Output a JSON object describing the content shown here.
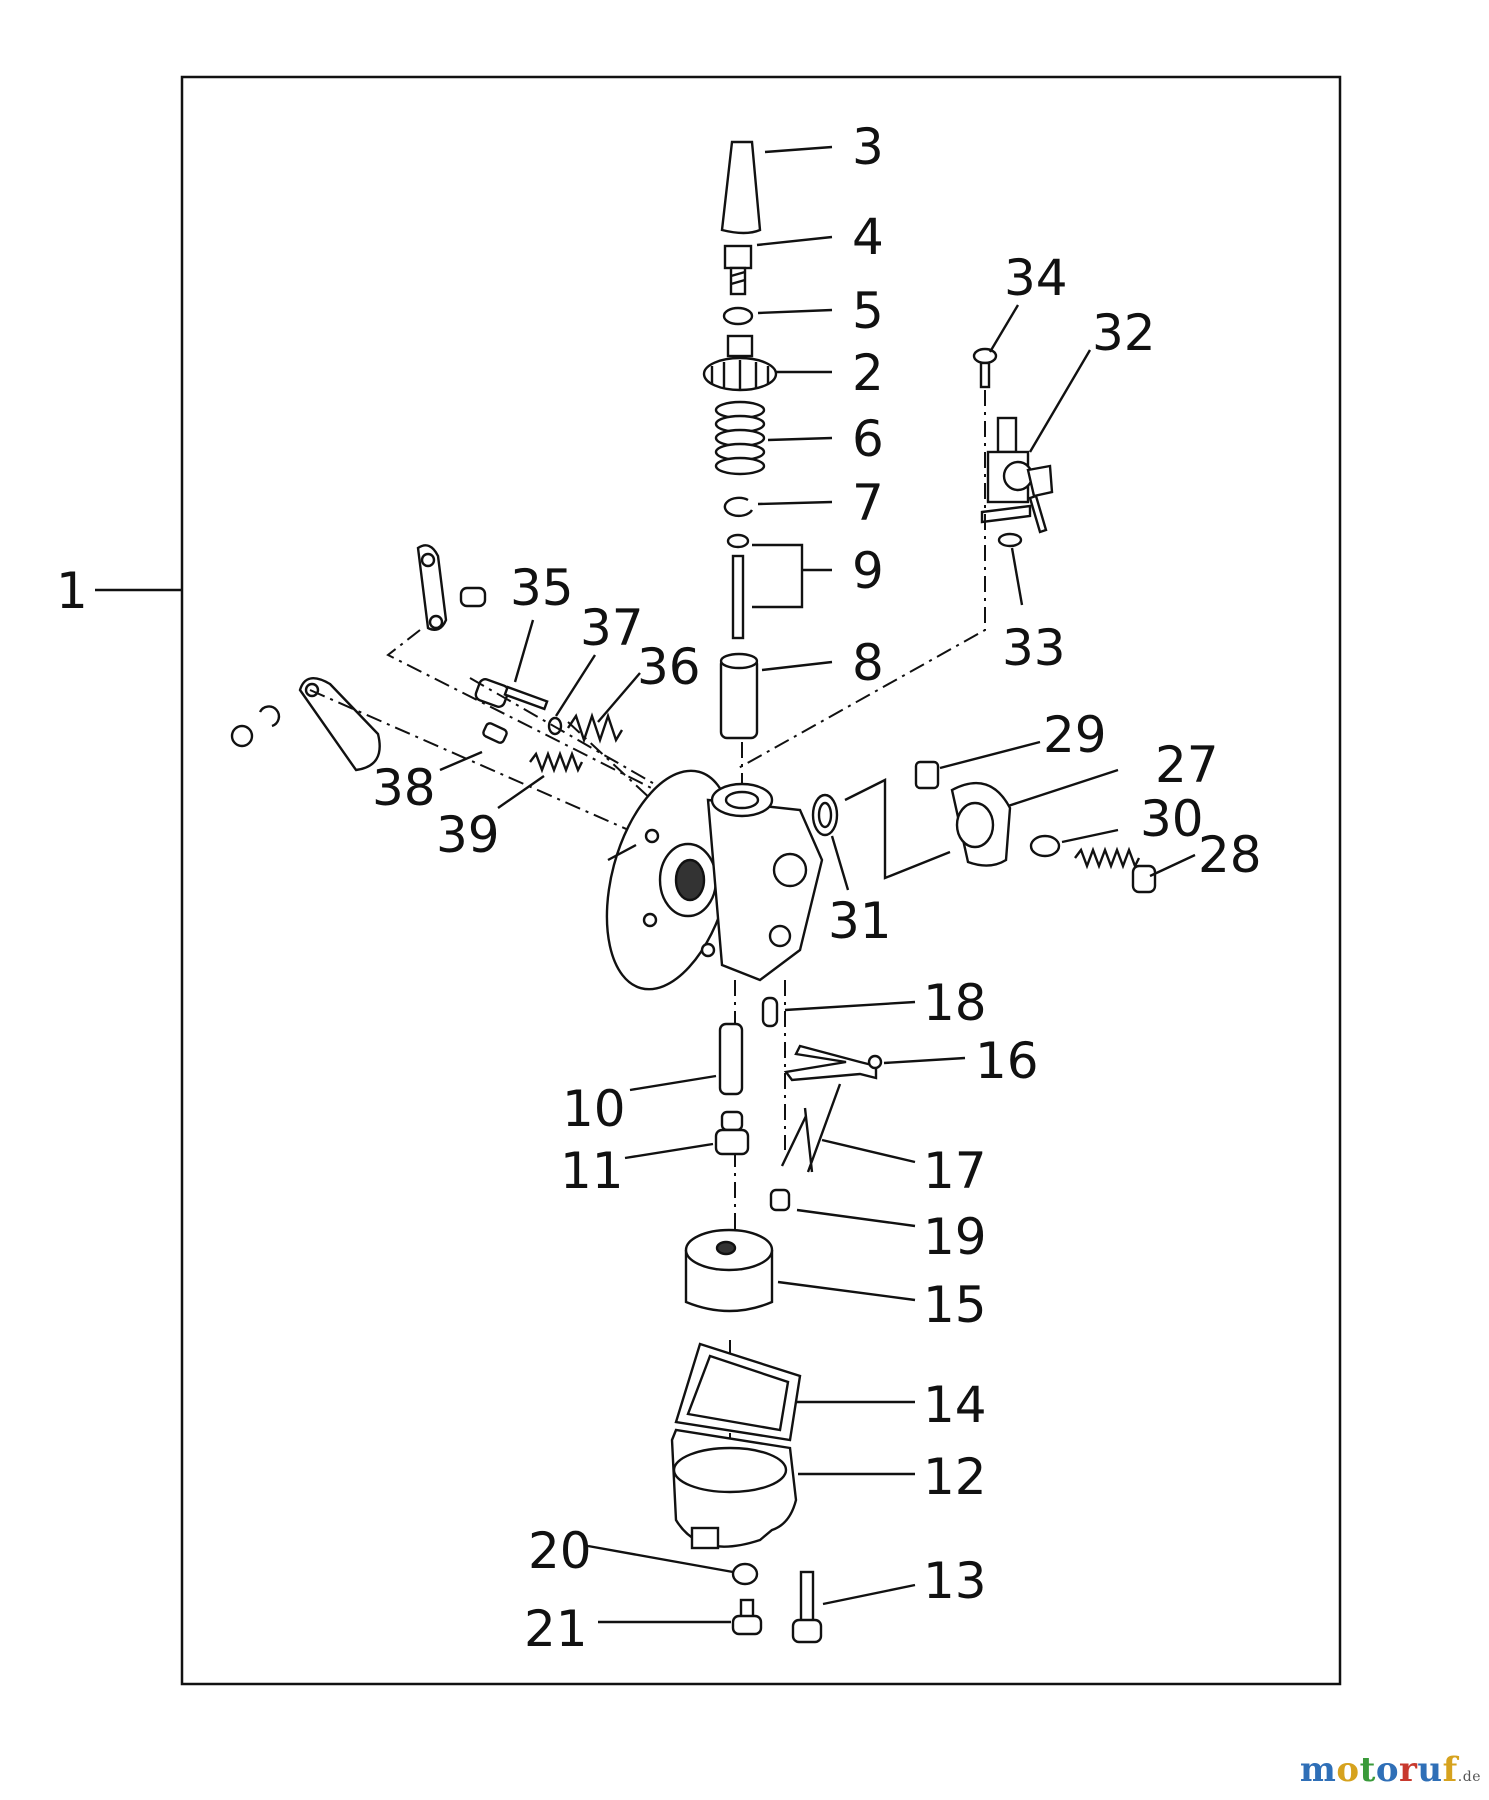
{
  "callouts": {
    "c1": "1",
    "c2": "2",
    "c3": "3",
    "c4": "4",
    "c5": "5",
    "c6": "6",
    "c7": "7",
    "c8": "8",
    "c9": "9",
    "c10": "10",
    "c11": "11",
    "c12": "12",
    "c13": "13",
    "c14": "14",
    "c15": "15",
    "c16": "16",
    "c17": "17",
    "c18": "18",
    "c19": "19",
    "c20": "20",
    "c21": "21",
    "c27": "27",
    "c28": "28",
    "c29": "29",
    "c30": "30",
    "c31": "31",
    "c32": "32",
    "c33": "33",
    "c34": "34",
    "c35": "35",
    "c36": "36",
    "c37": "37",
    "c38": "38",
    "c39": "39"
  },
  "watermark": {
    "letters": [
      "m",
      "o",
      "t",
      "o",
      "r",
      "u",
      "f"
    ],
    "letter_colors": [
      "#2f6fb7",
      "#d6a21e",
      "#3a9a3a",
      "#2f6fb7",
      "#c8392e",
      "#2f6fb7",
      "#d6a21e"
    ],
    "tld": ".de"
  }
}
